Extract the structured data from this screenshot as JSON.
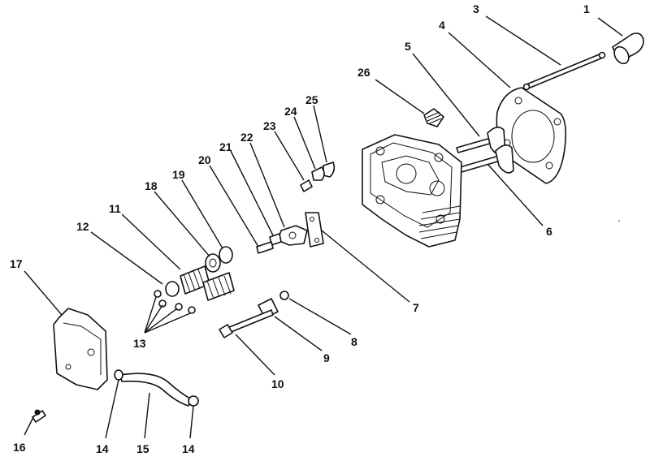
{
  "diagram": {
    "labels": [
      "1",
      "3",
      "4",
      "5",
      "6",
      "7",
      "8",
      "9",
      "10",
      "11",
      "12",
      "13",
      "14",
      "14",
      "15",
      "16",
      "17",
      "18",
      "19",
      "20",
      "21",
      "22",
      "23",
      "24",
      "25",
      "26"
    ]
  }
}
